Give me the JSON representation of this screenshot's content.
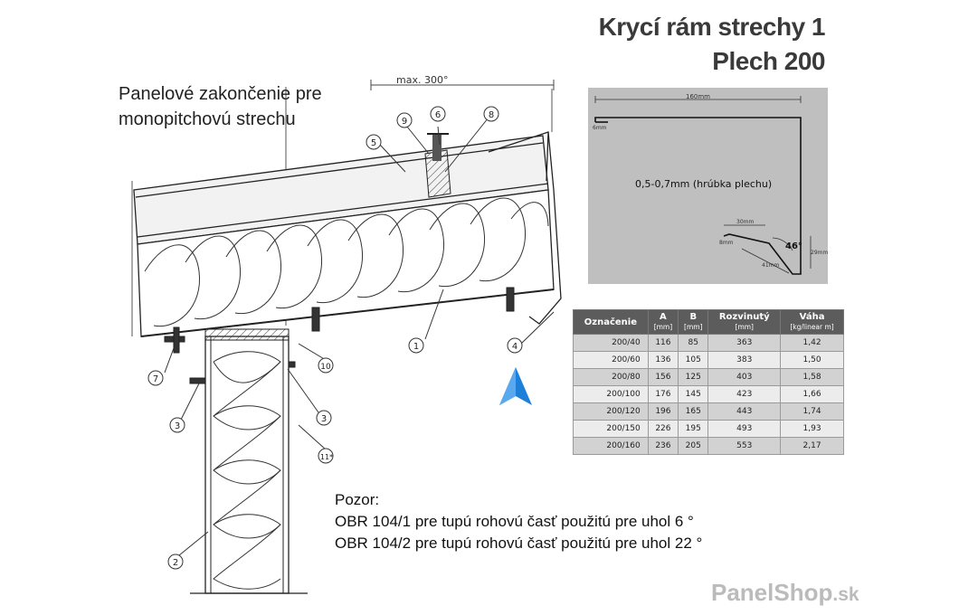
{
  "header": {
    "title_line1": "Krycí rám strechy 1",
    "title_line2": "Plech 200"
  },
  "subtitle": {
    "line1": "Panelové zakončenie pre",
    "line2": "monopitchovú strechu"
  },
  "drawing": {
    "max_label": "max. 300°",
    "callouts": [
      "1",
      "2",
      "3",
      "3",
      "4",
      "5",
      "6",
      "7",
      "8",
      "9",
      "10",
      "11*"
    ],
    "arrow_color": "#1e7fd9"
  },
  "profile": {
    "width_label": "160mm",
    "thickness_label": "0,5-0,7mm (hrúbka plechu)",
    "small_label_1": "6mm",
    "small_label_2": "8mm",
    "dim_30": "30mm",
    "dim_41": "41mm",
    "dim_29": "29mm",
    "angle": "46°"
  },
  "table": {
    "headers": [
      {
        "label": "Označenie",
        "unit": ""
      },
      {
        "label": "A",
        "unit": "[mm]"
      },
      {
        "label": "B",
        "unit": "[mm]"
      },
      {
        "label": "Rozvinutý",
        "unit": "[mm]"
      },
      {
        "label": "Váha",
        "unit": "[kg/linear m]"
      }
    ],
    "rows": [
      [
        "200/40",
        "116",
        "85",
        "363",
        "1,42"
      ],
      [
        "200/60",
        "136",
        "105",
        "383",
        "1,50"
      ],
      [
        "200/80",
        "156",
        "125",
        "403",
        "1,58"
      ],
      [
        "200/100",
        "176",
        "145",
        "423",
        "1,66"
      ],
      [
        "200/120",
        "196",
        "165",
        "443",
        "1,74"
      ],
      [
        "200/150",
        "226",
        "195",
        "493",
        "1,93"
      ],
      [
        "200/160",
        "236",
        "205",
        "553",
        "2,17"
      ]
    ]
  },
  "note": {
    "heading": "Pozor:",
    "line1": "OBR 104/1 pre tupú rohovú časť použitú pre uhol 6 °",
    "line2": "OBR 104/2 pre tupú rohovú časť použitú pre uhol 22 °"
  },
  "brand": {
    "name": "PanelShop",
    "tld": ".sk"
  }
}
